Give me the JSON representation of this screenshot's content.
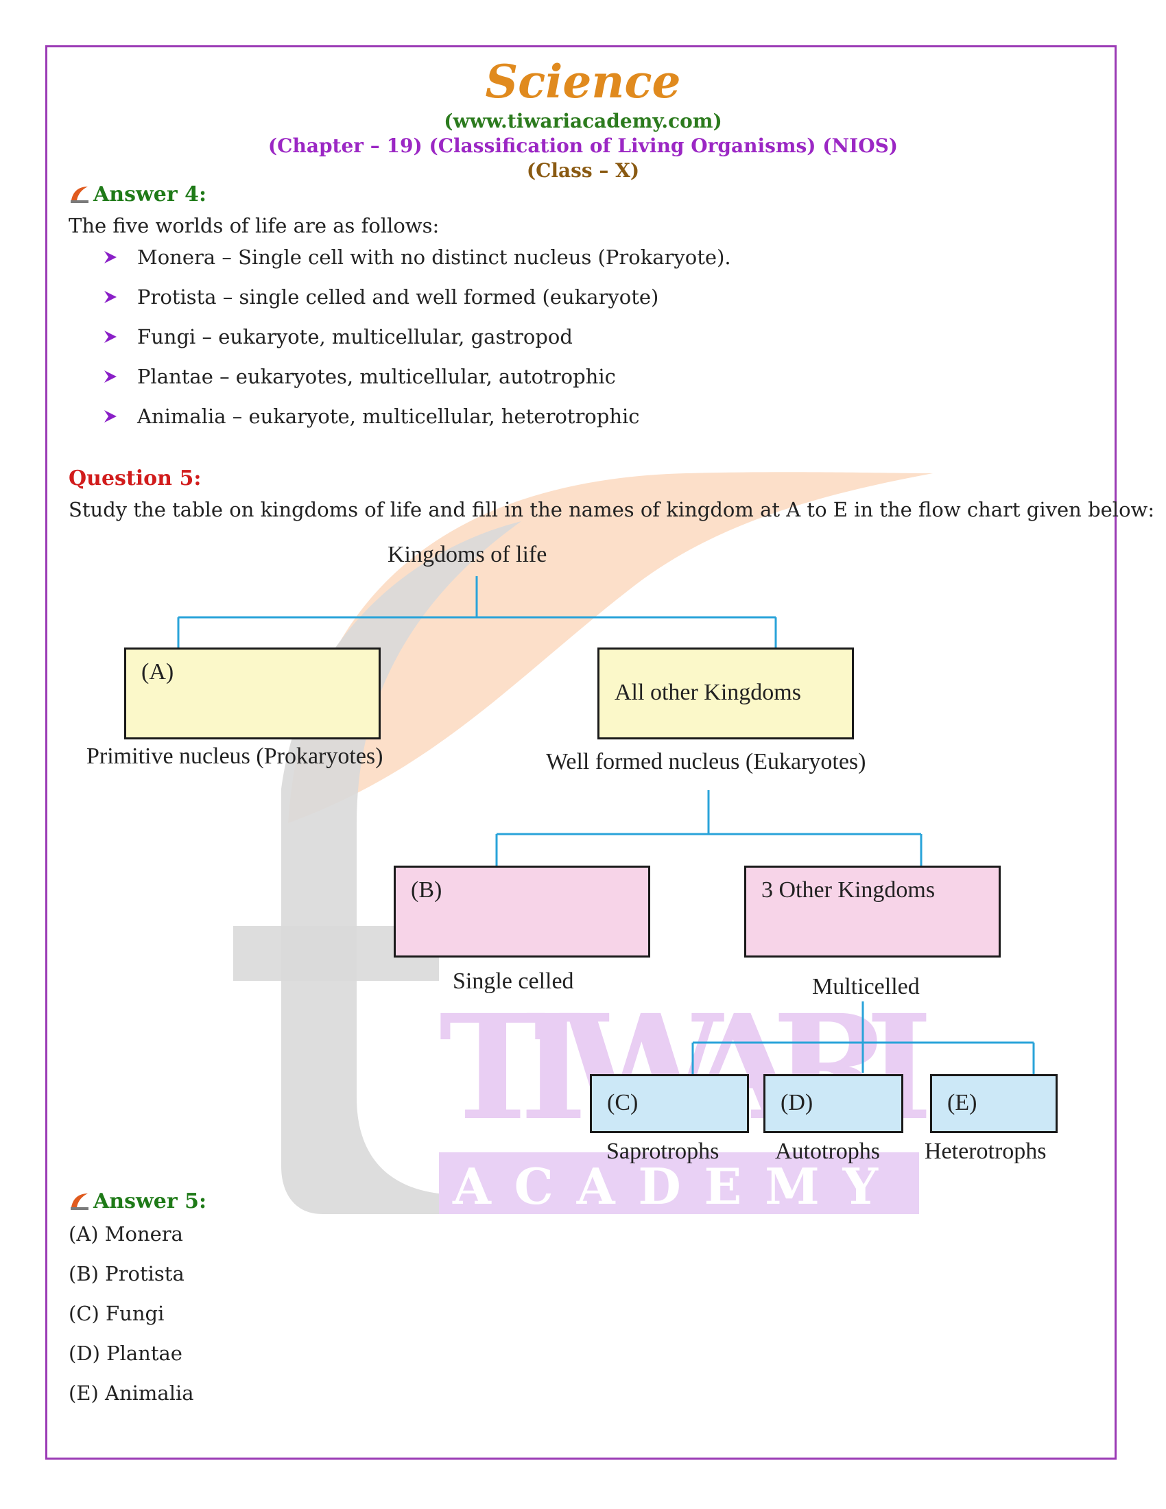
{
  "header": {
    "title": "Science",
    "site": "(www.tiwariacademy.com)",
    "chapter": "(Chapter – 19) (Classification of Living Organisms) (NIOS)",
    "class": "(Class – X)"
  },
  "watermark": {
    "brand": "TIWARI",
    "sub": "ACADEMY"
  },
  "answer4": {
    "heading": "Answer 4:",
    "intro": "The five worlds of life are as follows:",
    "items": [
      "Monera – Single cell with no distinct nucleus (Prokaryote).",
      "Protista – single celled and well formed (eukaryote)",
      "Fungi – eukaryote, multicellular, gastropod",
      "Plantae – eukaryotes, multicellular, autotrophic",
      "Animalia – eukaryote, multicellular, heterotrophic"
    ]
  },
  "question5": {
    "heading": "Question 5:",
    "text": "Study the table on kingdoms of life and fill in the names of kingdom at A to E in the flow chart given below:"
  },
  "flowchart": {
    "root": "Kingdoms of life",
    "box_a": "(A)",
    "label_a": "Primitive nucleus (Prokaryotes)",
    "box_other": "All other  Kingdoms",
    "label_other": "Well formed nucleus (Eukaryotes)",
    "box_b": "(B)",
    "label_b": "Single celled",
    "box_three": "3 Other Kingdoms",
    "label_three": "Multicelled",
    "box_c": "(C)",
    "label_c": "Saprotrophs",
    "box_d": "(D)",
    "label_d": "Autotrophs",
    "box_e": "(E)",
    "label_e": "Heterotrophs",
    "colors": {
      "connector": "#29a3d9",
      "yellow": "#fbf8c9",
      "pink": "#f7d4e8",
      "blue": "#cce8f7"
    }
  },
  "answer5": {
    "heading": "Answer 5:",
    "items": [
      "(A) Monera",
      "(B) Protista",
      "(C) Fungi",
      "(D) Plantae",
      "(E) Animalia"
    ]
  }
}
